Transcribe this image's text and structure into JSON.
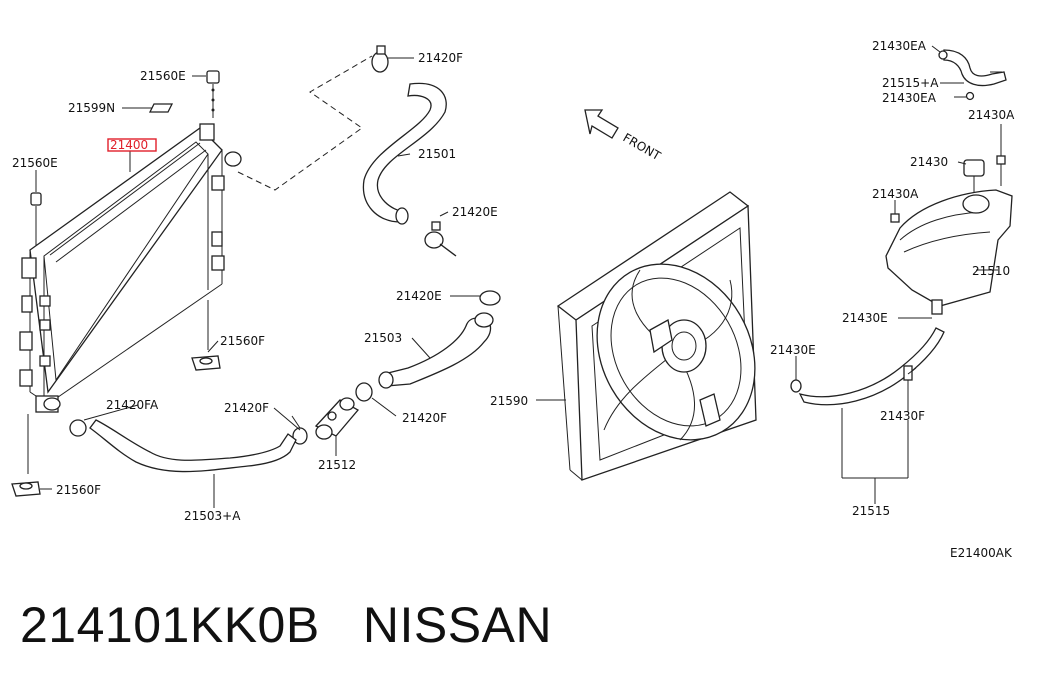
{
  "diagram": {
    "front_label": "FRONT",
    "sheet_code": "E21400AK",
    "callouts": {
      "c_21560E_top": "21560E",
      "c_21599N": "21599N",
      "c_21400": "21400",
      "c_21560E_left": "21560E",
      "c_21420F_top": "21420F",
      "c_21501": "21501",
      "c_21420E": "21420E",
      "c_21560F_mid": "21560F",
      "c_21420FA": "21420FA",
      "c_21560F_bot": "21560F",
      "c_21420E_mid": "21420E",
      "c_21503": "21503",
      "c_21420F_mid": "21420F",
      "c_21420F_right": "21420F",
      "c_21512": "21512",
      "c_21503A": "21503+A",
      "c_21590": "21590",
      "c_21430EA_top": "21430EA",
      "c_21515A": "21515+A",
      "c_21430EA_bot": "21430EA",
      "c_21430A_top": "21430A",
      "c_21430": "21430",
      "c_21430A_mid": "21430A",
      "c_21510": "21510",
      "c_21430E_res": "21430E",
      "c_21430E_left": "21430E",
      "c_21430F": "21430F",
      "c_21515": "21515"
    }
  },
  "caption": {
    "part_number": "214101KK0B",
    "brand": "NISSAN"
  },
  "colors": {
    "highlight": "#e0202a",
    "line": "#222222"
  }
}
